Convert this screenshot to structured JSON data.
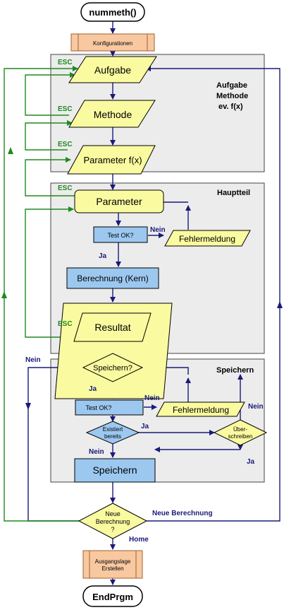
{
  "nodes": {
    "start": "nummeth()",
    "config": "Konfigurationen",
    "aufgabe": "Aufgabe",
    "methode": "Methode",
    "parameter_fx": "Parameter f(x)",
    "parameter": "Parameter",
    "test_ok_1": "Test OK?",
    "fehlermeldung_1": "Fehlermeldung",
    "berechnung": "Berechnung (Kern)",
    "resultat": "Resultat",
    "speichern_q": "Speichern?",
    "test_ok_2": "Test OK?",
    "fehlermeldung_2": "Fehlermeldung",
    "existiert_l1": "Existiert",
    "existiert_l2": "bereits",
    "ueber_l1": "Über-",
    "ueber_l2": "schreiben",
    "speichern": "Speichern",
    "neue_l1": "Neue",
    "neue_l2": "Berechnung",
    "neue_l3": "?",
    "ausgang_l1": "Ausgangslage",
    "ausgang_l2": "Erstellen",
    "end": "EndPrgm"
  },
  "sections": {
    "s1_l1": "Aufgabe",
    "s1_l2": "Methode",
    "s1_l3": "ev. f(x)",
    "s2": "Hauptteil",
    "s3": "Speichern"
  },
  "edge_labels": {
    "esc": "ESC",
    "nein": "Nein",
    "ja": "Ja",
    "neue_berechnung": "Neue Berechnung",
    "home": "Home"
  },
  "colors": {
    "yellow": "#fafaa0",
    "blue_box": "#9cc8f0",
    "orange": "#f8c8a0",
    "section_bg": "#ececec",
    "green_line": "#1e8a1e",
    "navy_line": "#1a1a7a"
  }
}
